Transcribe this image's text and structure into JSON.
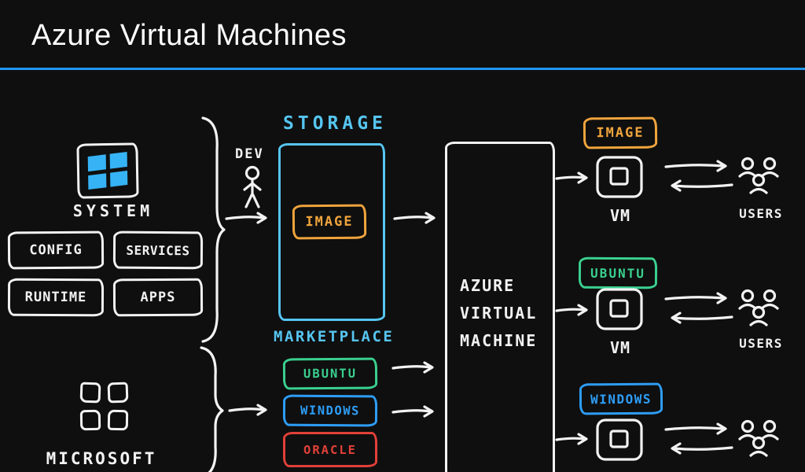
{
  "header": {
    "title": "Azure Virtual Machines"
  },
  "left_group": {
    "system_label": "SYSTEM",
    "boxes": {
      "config": "CONFIG",
      "services": "SERVICES",
      "runtime": "RUNTIME",
      "apps": "APPS"
    },
    "dev_label": "DEV",
    "microsoft_label": "MICROSOFT"
  },
  "storage": {
    "title": "STORAGE",
    "image_label": "IMAGE"
  },
  "marketplace": {
    "title": "MARKETPLACE",
    "items": [
      "UBUNTU",
      "WINDOWS",
      "ORACLE"
    ]
  },
  "azure_vm": {
    "label": "AZURE\nVIRTUAL\nMACHINE"
  },
  "vm_rows": [
    {
      "tag": "IMAGE",
      "vm_label": "VM",
      "users_label": "USERS"
    },
    {
      "tag": "UBUNTU",
      "vm_label": "VM",
      "users_label": "USERS"
    },
    {
      "tag": "WINDOWS"
    }
  ],
  "colors": {
    "divider": "#2196f3",
    "cyan": "#56c5f0",
    "orange": "#f0a43c",
    "green": "#3ad08f",
    "blue": "#2e9df5",
    "red": "#e04038",
    "ink": "#f2f2f2",
    "windows_logo": "#35b3f5"
  }
}
